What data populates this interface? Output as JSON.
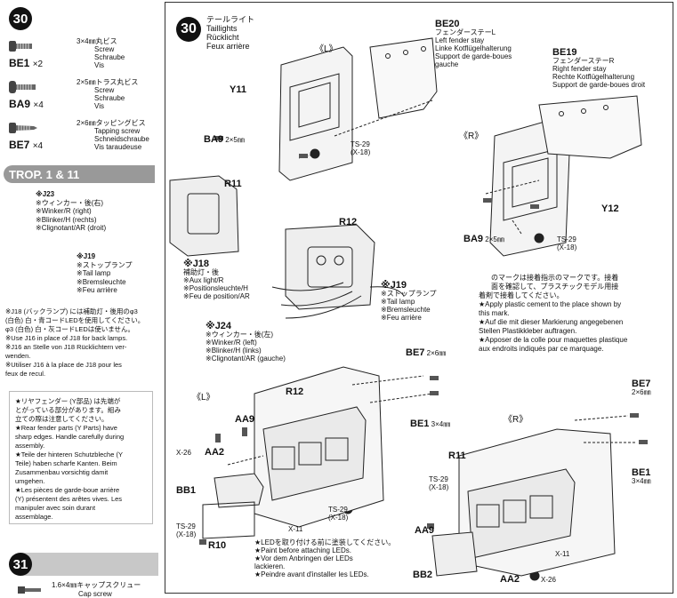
{
  "step30": {
    "number": "30",
    "screws": [
      {
        "code": "BE1",
        "qty": "×2",
        "jp": "3×4㎜丸ビス",
        "en": "Screw",
        "de": "Schraube",
        "fr": "Vis"
      },
      {
        "code": "BA9",
        "qty": "×4",
        "jp": "2×5㎜トラス丸ビス",
        "en": "Screw",
        "de": "Schraube",
        "fr": "Vis"
      },
      {
        "code": "BE7",
        "qty": "×4",
        "jp": "2×6㎜タッピングビス",
        "en": "Tapping screw",
        "de": "Schneidschraube",
        "fr": "Vis taraudeuse"
      }
    ],
    "trop_label": "TROP. 1 & 11",
    "j23": {
      "code": "※J23",
      "lines": [
        "※ウィンカー・後(右)",
        "※Winker/R (right)",
        "※Blinker/H (rechts)",
        "※Clignotant/AR (droit)"
      ]
    },
    "j19a": {
      "code": "※J19",
      "lines": [
        "※ストップランプ",
        "※Tail lamp",
        "※Bremsleuchte",
        "※Feu arrière"
      ]
    },
    "j18": {
      "code": "※J18",
      "lines": [
        "補助灯・後",
        "※Aux light/R",
        "※Positionsleuchte/H",
        "※Feu de position/AR"
      ]
    },
    "j19b": {
      "code": "※J19",
      "lines": [
        "※ストップランプ",
        "※Tail lamp",
        "※Bremsleuchte",
        "※Feu arrière"
      ]
    },
    "j24": {
      "code": "※J24",
      "lines": [
        "※ウィンカー・後(左)",
        "※Winker/R (left)",
        "※Blinker/H (links)",
        "※Clignotant/AR (gauche)"
      ]
    },
    "j16_note": [
      "※J18 (バックランプ) には補助灯・後用のφ3",
      "(白色) 白・青コードLEDを使用してください。",
      "φ3 (白色) 白・灰コードLEDは使いません。",
      "※Use J16 in place of J18 for back lamps.",
      "※J16 an Stelle von J18 Rücklichtern ver-",
      "wenden.",
      "※Utiliser J16 à la place de J18 pour les",
      "feux de recul."
    ],
    "warn": [
      "★リヤフェンダー (Y部品) は先端が",
      "とがっている部分があります。組み",
      "立ての際は注意してください。",
      "★Rear fender parts (Y Parts) have",
      "sharp edges. Handle carefully during",
      "assembly.",
      "★Teile der hinteren Schutzbleche (Y",
      "Teile) haben scharfe Kanten. Beim",
      "Zusammenbau vorsichtig damit",
      "umgehen.",
      "★Les pièces de garde-boue arrière",
      "(Y) présentent des arêtes vives. Les",
      "manipuler avec soin durant",
      "assemblage."
    ],
    "title_jp": "テールライト",
    "title_en": "Taillights",
    "title_de": "Rücklicht",
    "title_fr": "Feux arrière",
    "be20": {
      "code": "BE20",
      "lines": [
        "フェンダーステーL",
        "Left fender stay",
        "Linke Kotflügelhalterung",
        "Support de garde-boues",
        "gauche"
      ]
    },
    "be19": {
      "code": "BE19",
      "lines": [
        "フェンダーステーR",
        "Right fender stay",
        "Rechte Kotflügelhalterung",
        "Support de garde-boues droit"
      ]
    },
    "l_mark": "《L》",
    "r_mark": "《R》",
    "y11": "Y11",
    "y12": "Y12",
    "ba9_a": "BA9",
    "ba9_b": "BA9",
    "ba9_size": "2×5㎜",
    "ts29": "TS-29",
    "x18": "(X-18)",
    "r11": "R11",
    "r12": "R12",
    "r10": "R10",
    "aa9": "AA9",
    "aa2": "AA2",
    "bb1": "BB1",
    "bb2": "BB2",
    "x26": "X-26",
    "x11": "X-11",
    "be7": "BE7",
    "be7_size": "2×6㎜",
    "be1": "BE1",
    "be1_size": "3×4㎜",
    "cement_note": [
      "のマークは接着指示のマークです。接着",
      "面を確認して、プラスチックモデル用接",
      "着剤で接着してください。",
      "★Apply plastic cement to the place shown by",
      "this mark.",
      "★Auf die mit dieser Markierung angegebenen",
      "Stellen Plastikkleber auftragen.",
      "★Apposer de la colle pour maquettes plastique",
      "aux endroits indiqués par ce marquage."
    ],
    "led_note": [
      "★LEDを取り付ける前に塗装してください。",
      "★Paint before attaching LEDs.",
      "★Vor dem Anbringen der LEDs",
      "lackieren.",
      "★Peindre avant d'installer les LEDs."
    ]
  },
  "step31": {
    "number": "31",
    "screw_jp": "1.6×4㎜キャップスクリュー",
    "screw_en": "Cap screw"
  }
}
